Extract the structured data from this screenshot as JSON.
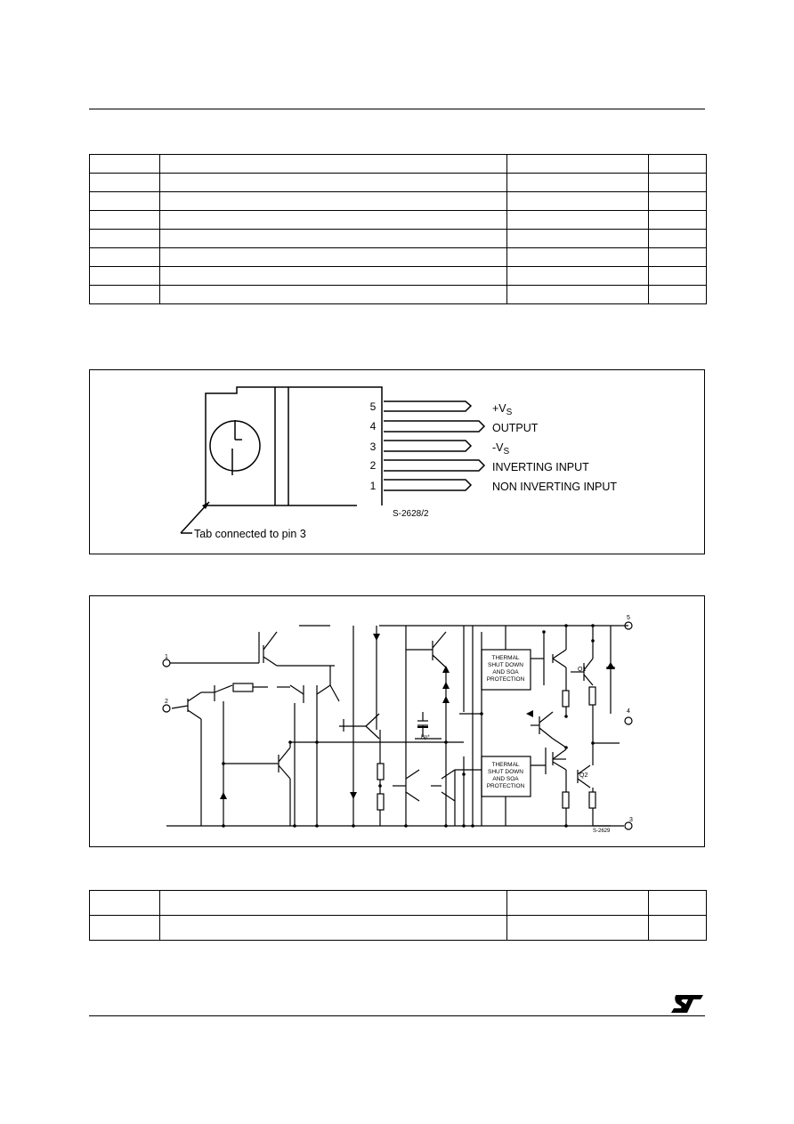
{
  "abs_max_table": {
    "rows": 8,
    "columns": 4
  },
  "pin_connection": {
    "pins": [
      {
        "number": "5",
        "label": "+V",
        "sub": "S"
      },
      {
        "number": "4",
        "label": "OUTPUT",
        "sub": ""
      },
      {
        "number": "3",
        "label": "-V",
        "sub": "S"
      },
      {
        "number": "2",
        "label": "INVERTING INPUT",
        "sub": ""
      },
      {
        "number": "1",
        "label": "NON INVERTING INPUT",
        "sub": ""
      }
    ],
    "ref_code": "S-2628/2",
    "tab_note": "Tab connected to pin 3"
  },
  "schematic": {
    "protection_block_1": [
      "THERMAL",
      "SHUT DOWN",
      "AND SOA",
      "PROTECTION"
    ],
    "protection_block_2": [
      "THERMAL",
      "SHUT DOWN",
      "AND SOA",
      "PROTECTION"
    ],
    "q1_label": "Q1",
    "q2_label": "Q2",
    "node_1": "1",
    "node_2": "2",
    "node_3": "3",
    "node_4": "4",
    "node_5": "5",
    "cap_label": "Bp*",
    "ref_code": "S-2629"
  },
  "thermal_table": {
    "rows": 2,
    "columns": 4
  }
}
